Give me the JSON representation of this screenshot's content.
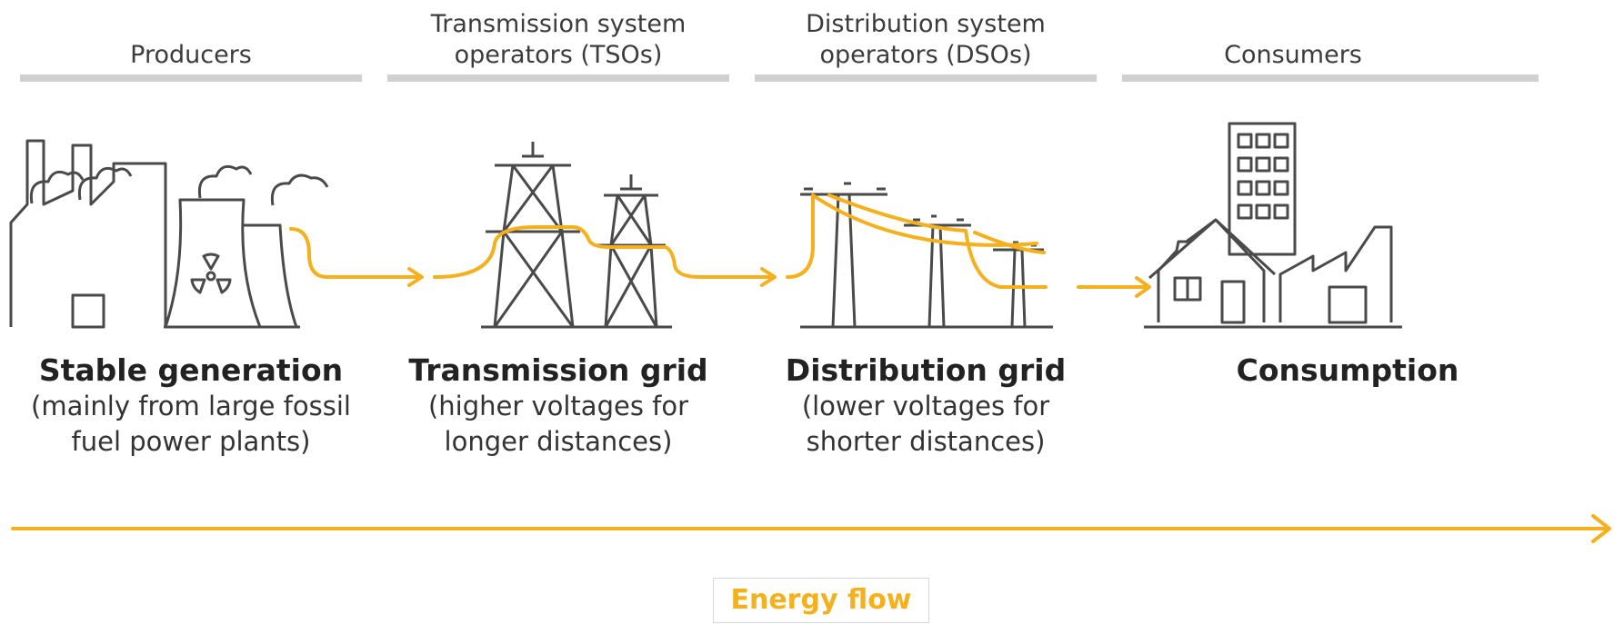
{
  "colors": {
    "accent": "#F5B11D",
    "line": "#4a4a4a",
    "rule": "#D0D0D0"
  },
  "columns": [
    {
      "role": "Producers",
      "title": "Stable generation",
      "subtitle_lines": [
        "(mainly from large fossil",
        "fuel power plants)"
      ],
      "icon": "power-plant-icon"
    },
    {
      "role_lines": [
        "Transmission system",
        "operators (TSOs)"
      ],
      "title": "Transmission grid",
      "subtitle_lines": [
        "(higher voltages for",
        "longer distances)"
      ],
      "icon": "transmission-tower-icon"
    },
    {
      "role_lines": [
        "Distribution system",
        "operators (DSOs)"
      ],
      "title": "Distribution grid",
      "subtitle_lines": [
        "(lower voltages for",
        "shorter distances)"
      ],
      "icon": "distribution-pole-icon"
    },
    {
      "role": "Consumers",
      "title": "Consumption",
      "subtitle_lines": [],
      "icon": "buildings-icon"
    }
  ],
  "flow": {
    "label": "Energy flow"
  }
}
